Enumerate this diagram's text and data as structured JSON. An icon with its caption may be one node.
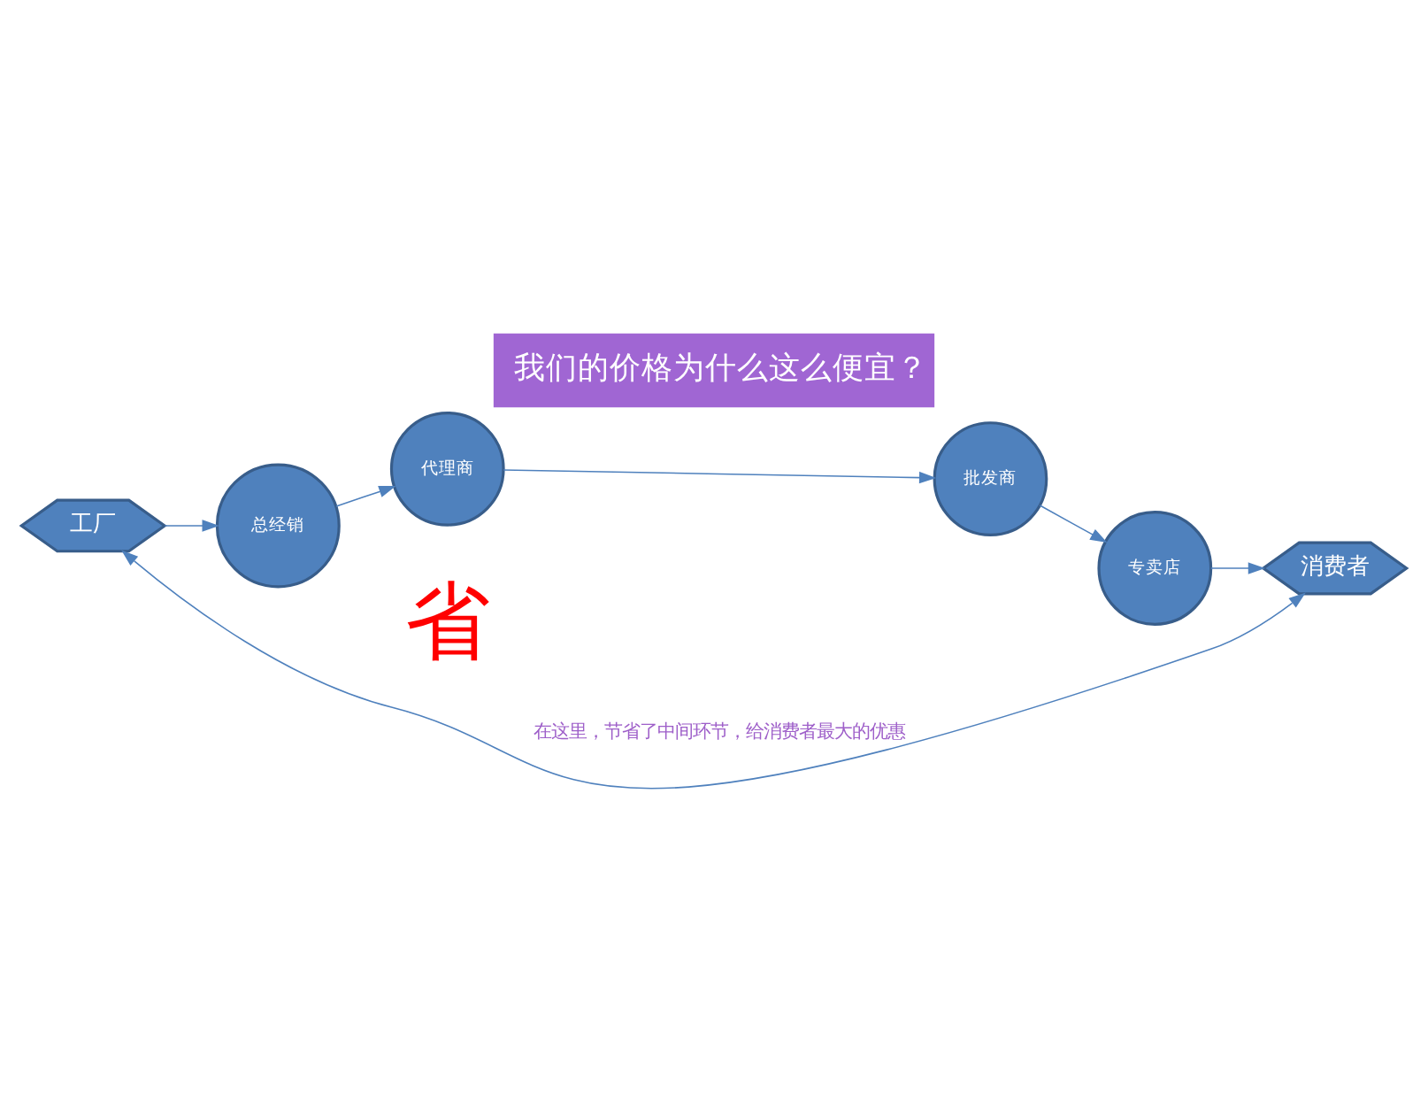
{
  "diagram": {
    "title": "我们的价格为什么这么便宜？",
    "nodes": [
      {
        "text": [
          "工厂"
        ]
      },
      {
        "text": [
          "总经销"
        ]
      },
      {
        "text": [
          "代理商"
        ]
      },
      {
        "text": [
          "批发商"
        ]
      },
      {
        "text": [
          "专卖店"
        ]
      },
      {
        "text": [
          "消费者"
        ]
      }
    ],
    "edges": [
      {
        "from": 0,
        "to": 1,
        "arrow": "to"
      },
      {
        "from": 1,
        "to": 2,
        "arrow": "to"
      },
      {
        "from": 2,
        "to": 3,
        "arrow": "to"
      },
      {
        "from": 3,
        "to": 4,
        "arrow": "to"
      },
      {
        "from": 4,
        "to": 5,
        "arrow": "to"
      },
      {
        "from": 0,
        "to": 5,
        "arrow": "both",
        "label": "在这里，节省了中间环节，给消费者最大的优惠"
      }
    ],
    "labels": [
      "省"
    ]
  }
}
